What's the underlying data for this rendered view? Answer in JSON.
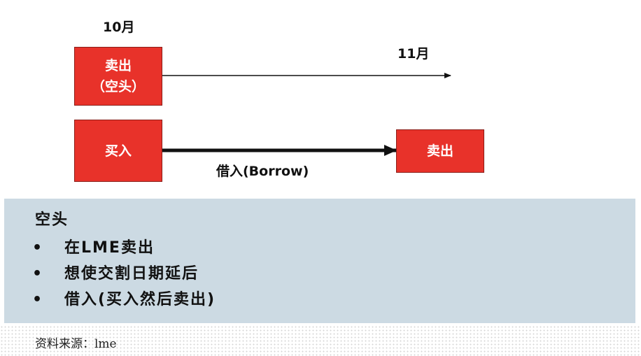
{
  "timeline": {
    "start_month": "10月",
    "end_month": "11月"
  },
  "boxes": {
    "sell_short_line1": "卖出",
    "sell_short_line2": "（空头）",
    "buy": "买入",
    "sell": "卖出"
  },
  "arrow_label": "借入(Borrow)",
  "panel": {
    "title": "空头",
    "bullets": [
      "在LME卖出",
      "想使交割日期延后",
      "借入(买入然后卖出)"
    ]
  },
  "source": "资料来源：lme",
  "colors": {
    "box_fill": "#e8322a",
    "panel_fill": "#ccdae3"
  }
}
